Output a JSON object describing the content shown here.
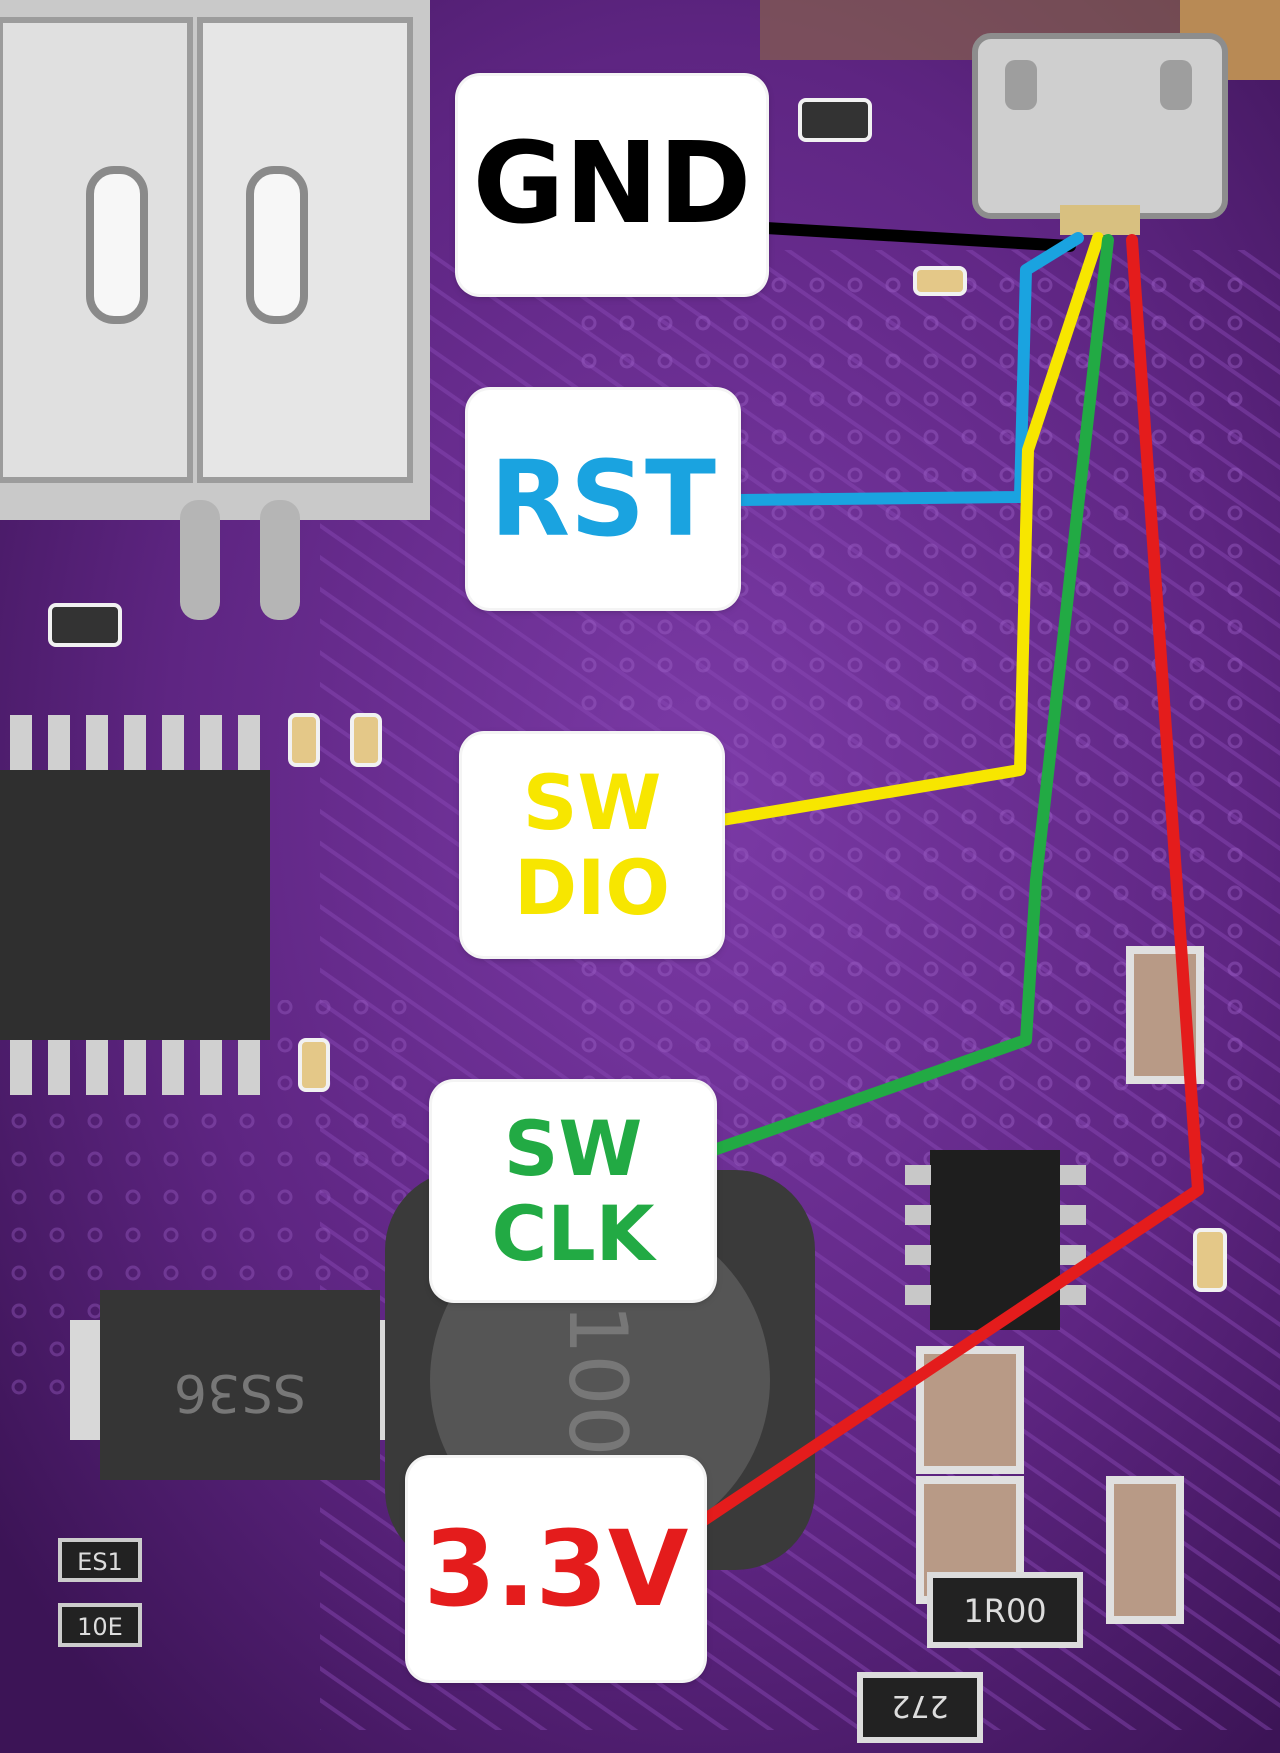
{
  "pins": {
    "gnd": {
      "line1": "GND",
      "color": "#000000"
    },
    "rst": {
      "line1": "RST",
      "color": "#1aa3e0"
    },
    "swdio": {
      "line1": "SW",
      "line2": "DIO",
      "color": "#f7e600"
    },
    "swclk": {
      "line1": "SW",
      "line2": "CLK",
      "color": "#22aa44"
    },
    "vcc": {
      "line1": "3.3V",
      "color": "#e41c1c"
    }
  },
  "components": {
    "diode": "SS36",
    "inductor": "100",
    "resistor_a": "1R00",
    "resistor_b": "272",
    "small_a": "ES1",
    "small_b": "10E"
  },
  "colors": {
    "pcb": "#5a1f7a",
    "pcb_light": "#7a3aa0"
  }
}
